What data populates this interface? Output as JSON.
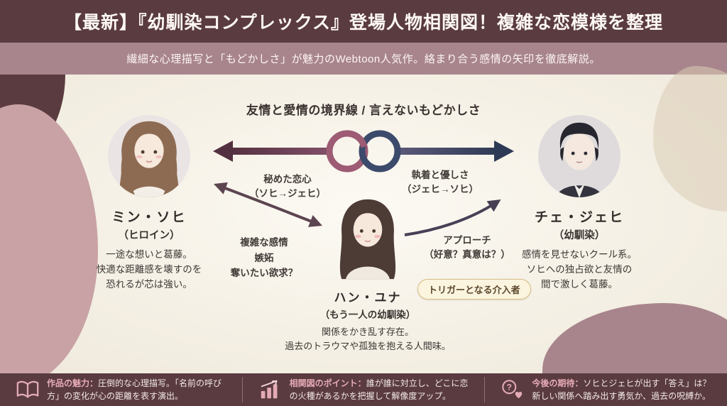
{
  "header": {
    "title": "【最新】『幼馴染コンプレックス』登場人物相関図！複雑な恋模様を整理",
    "subtitle": "繊細な心理描写と「もどかしさ」が魅力のWebtoon人気作。絡まり合う感情の矢印を徹底解説。"
  },
  "diagram": {
    "caption": "友情と愛情の境界線 / 言えないもどかしさ",
    "characters": {
      "sohee": {
        "name": "ミン・ソヒ",
        "role": "（ヒロイン）",
        "description": "一途な想いと葛藤。\n快適な距離感を壊すのを\n恐れるが芯は強い。"
      },
      "jaehee": {
        "name": "チェ・ジェヒ",
        "role": "（幼馴染）",
        "description": "感情を見せないクール系。\nソヒへの独占欲と友情の\n間で激しく葛藤。"
      },
      "yuna": {
        "name": "ハン・ユナ",
        "role": "（もう一人の幼馴染）",
        "description": "関係をかき乱す存在。\n過去のトラウマや孤独を抱える人間味。",
        "badge": "トリガーとなる介入者"
      }
    },
    "edges": {
      "sohee_to_jaehee": "秘めた恋心\n（ソヒ→ジェヒ）",
      "jaehee_to_sohee": "執着と優しさ\n（ジェヒ→ソヒ）",
      "yuna_to_sohee": "複雑な感情\n嫉妬\n奪いたい欲求？",
      "yuna_to_jaehee": "アプローチ\n（好意？真意は？）"
    }
  },
  "footer": {
    "items": [
      {
        "icon": "book-icon",
        "label": "作品の魅力：",
        "text": "圧倒的な心理描写。「名前の呼び方」の変化が心の距離を表す演出。"
      },
      {
        "icon": "chart-icon",
        "label": "相関図のポイント：",
        "text": "誰が誰に対立し、どこに恋の火種があるかを把握して解像度アップ。"
      },
      {
        "icon": "question-heart-icon",
        "label": "今後の期待：",
        "text": "ソヒとジェヒが出す「答え」は？新しい関係へ踏み出す勇気か、過去の呪縛か。"
      }
    ]
  },
  "colors": {
    "header_bg": "#5a3b40",
    "subtitle_bg": "#a8858c",
    "main_bg": "#f3eee3",
    "footer_bg": "#5a3b40",
    "accent_pink": "#e4abb5",
    "blob_pink": "#c8a2a5",
    "blob_mauve": "#a8858c",
    "arrow_maroon": "#53303f",
    "arrow_navy": "#2e3a55",
    "badge_bg": "#fbf4de",
    "badge_border": "#d6bd84"
  }
}
